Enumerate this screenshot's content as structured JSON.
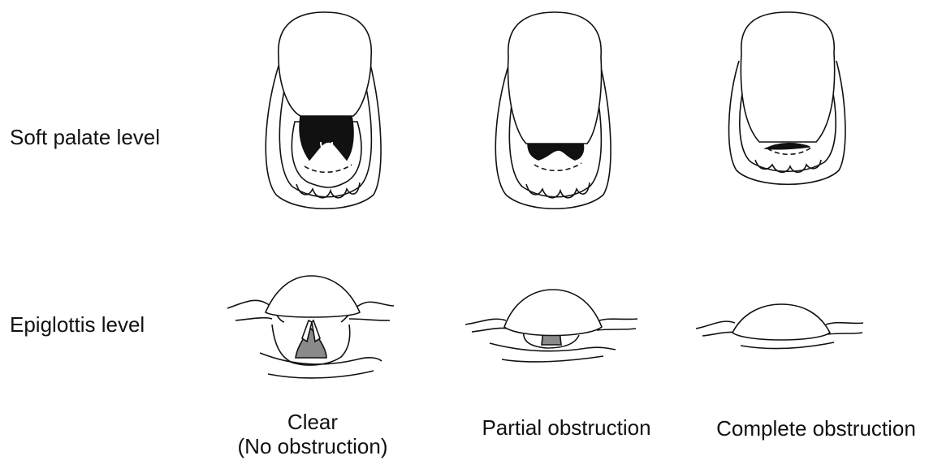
{
  "rows": {
    "soft_palate": "Soft palate level",
    "epiglottis": "Epiglottis level"
  },
  "columns": {
    "clear_line1": "Clear",
    "clear_line2": "(No obstruction)",
    "partial": "Partial obstruction",
    "complete": "Complete obstruction"
  },
  "colors": {
    "stroke": "#111111",
    "fill_dark": "#111111",
    "fill_grey": "#8a8a8a"
  }
}
